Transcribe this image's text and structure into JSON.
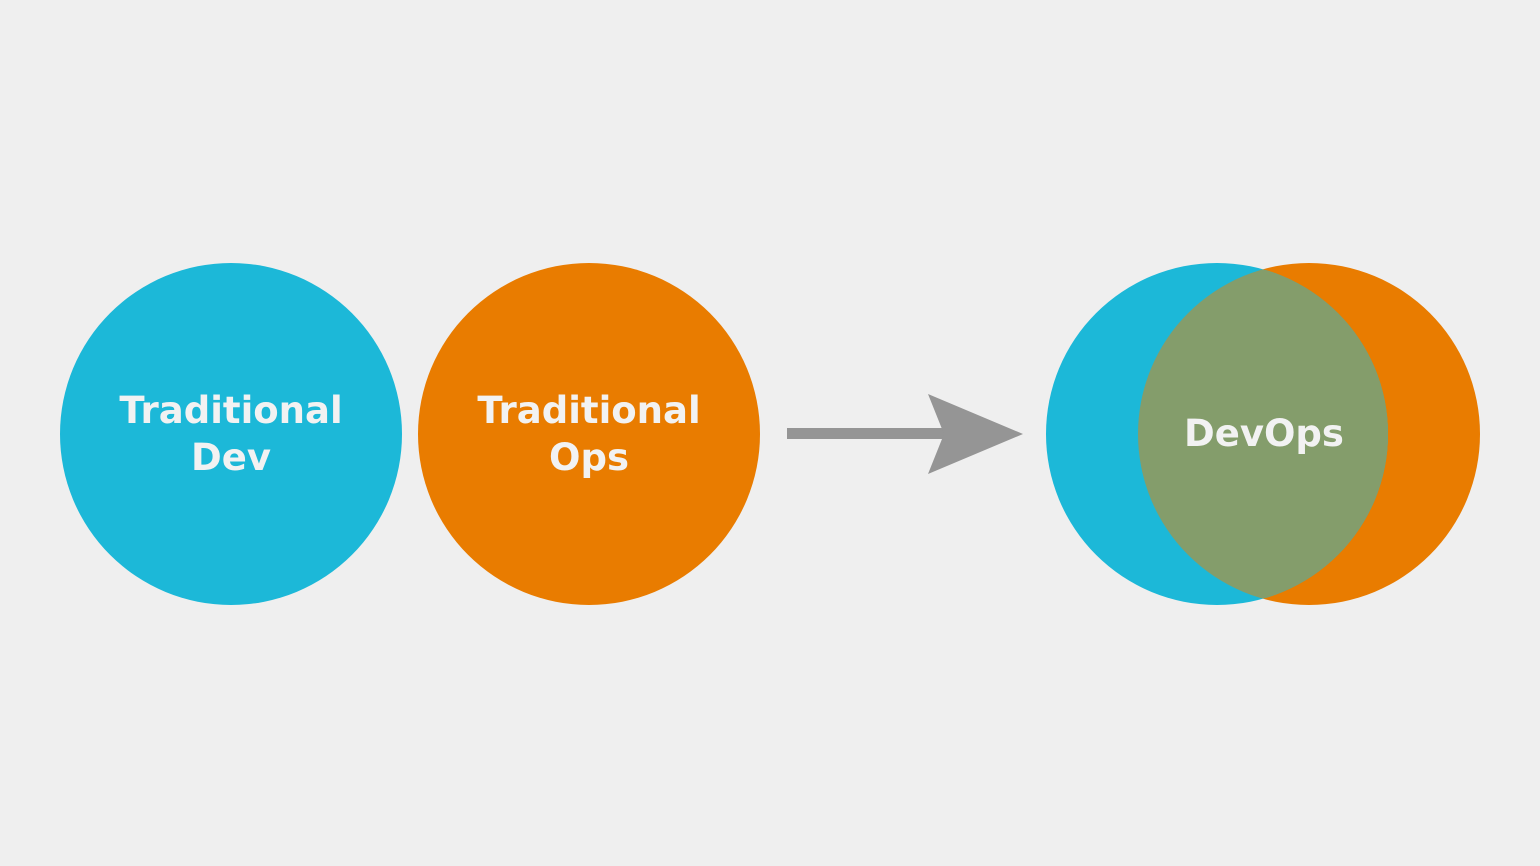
{
  "diagram": {
    "dev_circle": {
      "line1": "Traditional",
      "line2": "Dev"
    },
    "ops_circle": {
      "line1": "Traditional",
      "line2": "Ops"
    },
    "arrow": {
      "icon": "arrow-right-icon"
    },
    "merged": {
      "label": "DevOps"
    }
  },
  "colors": {
    "background": "#efefef",
    "dev": "#1cb8d8",
    "ops": "#e97c00",
    "overlap": "#849d6b",
    "arrow": "#959595",
    "label": "#f2f2f2"
  }
}
